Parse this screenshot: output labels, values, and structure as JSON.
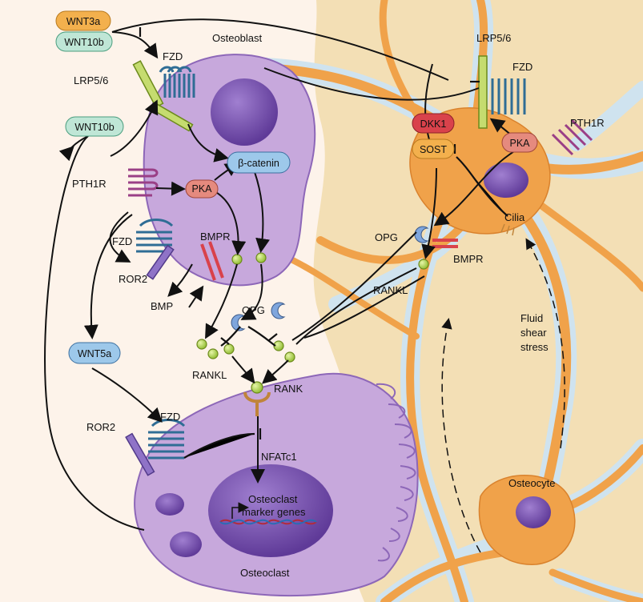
{
  "cells": {
    "osteoblast": "Osteoblast",
    "osteoclast": "Osteoclast",
    "osteocyte": "Osteocyte"
  },
  "ligands": {
    "wnt3a": "WNT3a",
    "wnt10b_top": "WNT10b",
    "wnt10b_left": "WNT10b",
    "wnt5a": "WNT5a",
    "bmp": "BMP",
    "dkk1": "DKK1",
    "sost": "SOST",
    "opg_center": "OPG",
    "opg_right": "OPG",
    "rankl_center": "RANKL",
    "rankl_right": "RANKL"
  },
  "receptors": {
    "fzd_osteoblast_top": "FZD",
    "lrp56_left": "LRP5/6",
    "pth1r_left": "PTH1R",
    "fzd_osteoblast_low": "FZD",
    "bmpr_left": "BMPR",
    "ror2_left": "ROR2",
    "fzd_osteoclast": "FZD",
    "ror2_osteoclast": "ROR2",
    "rank": "RANK",
    "lrp56_right": "LRP5/6",
    "fzd_right": "FZD",
    "pth1r_right": "PTH1R",
    "bmpr_right": "BMPR"
  },
  "intracellular": {
    "beta_catenin": "β-catenin",
    "pka_left": "PKA",
    "pka_right": "PKA",
    "nfatc1": "NFATc1",
    "marker_genes_1": "Osteoclast",
    "marker_genes_2": "marker genes"
  },
  "annotations": {
    "cilia": "Cilia",
    "fluid_1": "Fluid",
    "fluid_2": "shear",
    "fluid_3": "stress"
  },
  "colors": {
    "osteoblast_fill": "#c7a8dc",
    "nucleus": "#7d55b3",
    "osteocyte_orange": "#f0a24a",
    "bone_matrix": "#f3dfb5",
    "lacuna_blue": "#cfe3ef",
    "pill_green": "#bfe6d6",
    "pill_orange": "#f3b04d",
    "pill_blue": "#9dc8ea",
    "pill_red": "#e58a7e",
    "ligand_green": "#b8d65a"
  }
}
